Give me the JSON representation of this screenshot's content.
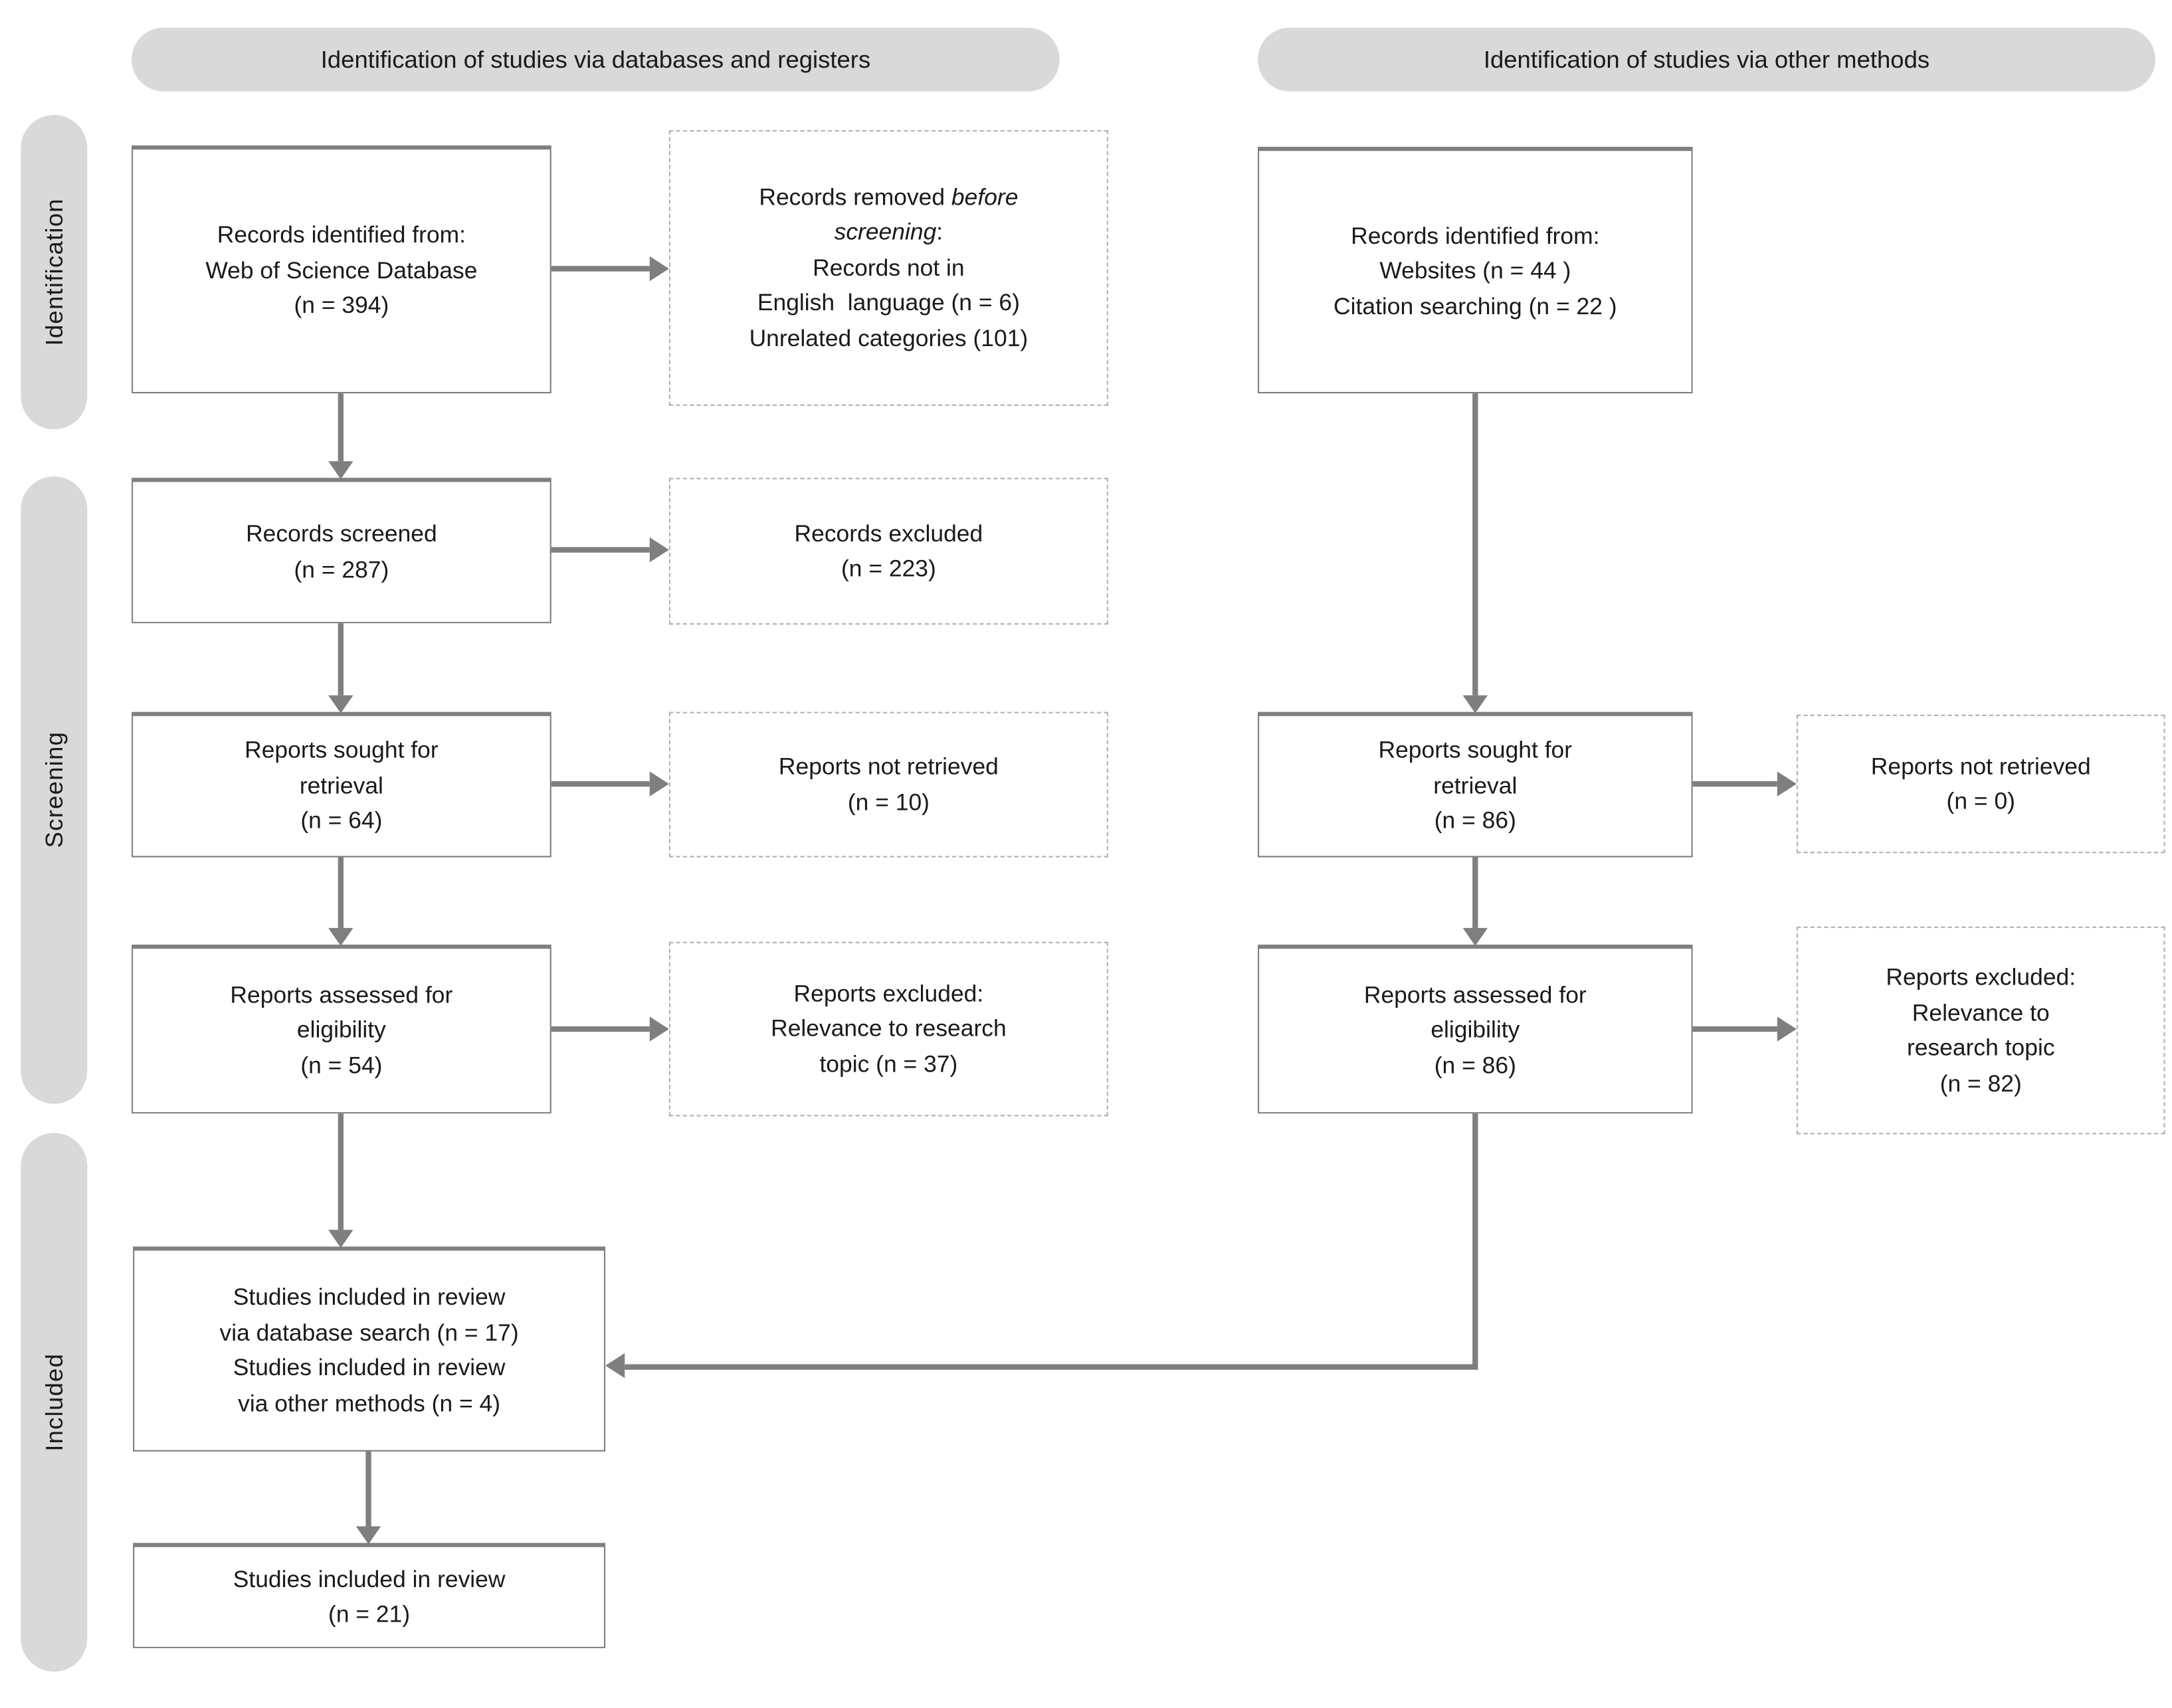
{
  "colors": {
    "background": "#ffffff",
    "pill_fill": "#d9d9d9",
    "solid_border": "#7f7f7f",
    "dashed_border": "#b0b0b0",
    "arrow": "#7f7f7f",
    "text": "#1a1a1a"
  },
  "diagram": {
    "headers": {
      "left": "Identification of studies via databases and registers",
      "right": "Identification of studies via other methods"
    },
    "side_labels": {
      "identification": "Identification",
      "screening": "Screening",
      "included": "Included"
    },
    "boxes": {
      "db_identified": {
        "lines": [
          "Records identified from:",
          "Web of Science Database",
          "(n = 394)"
        ]
      },
      "removed_before_screening": {
        "line1_text": "Records removed ",
        "line1_italic": "before",
        "line2_italic": "screening",
        "line2_suffix": ":",
        "lines": [
          "Records not in",
          "English  language (n = 6)",
          "Unrelated categories (101)"
        ]
      },
      "other_identified": {
        "lines": [
          "Records identified from:",
          "Websites (n = 44 )",
          "Citation searching (n = 22 )"
        ]
      },
      "screened": {
        "lines": [
          "Records screened",
          "(n = 287)"
        ]
      },
      "excluded": {
        "lines": [
          "Records excluded",
          "(n = 223)"
        ]
      },
      "db_sought": {
        "lines": [
          "Reports sought for",
          "retrieval",
          "(n = 64)"
        ]
      },
      "db_not_retrieved": {
        "lines": [
          "Reports not retrieved",
          "(n = 10)"
        ]
      },
      "other_sought": {
        "lines": [
          "Reports sought for",
          "retrieval",
          "(n = 86)"
        ]
      },
      "other_not_retrieved": {
        "lines": [
          "Reports not retrieved",
          "(n = 0)"
        ]
      },
      "db_assessed": {
        "lines": [
          "Reports assessed for",
          "eligibility",
          "(n = 54)"
        ]
      },
      "db_excluded_relevance": {
        "lines": [
          "Reports excluded:",
          "Relevance to research",
          "topic (n = 37)"
        ]
      },
      "other_assessed": {
        "lines": [
          "Reports assessed for",
          "eligibility",
          "(n = 86)"
        ]
      },
      "other_excluded_relevance": {
        "lines": [
          "Reports excluded:",
          "Relevance to",
          "research topic",
          "(n = 82)"
        ]
      },
      "included_combined": {
        "lines": [
          "Studies included in review",
          "via database search (n = 17)",
          "Studies included in review",
          "via other methods (n = 4)"
        ]
      },
      "included_final": {
        "lines": [
          "Studies included in review",
          "(n = 21)"
        ]
      }
    }
  }
}
